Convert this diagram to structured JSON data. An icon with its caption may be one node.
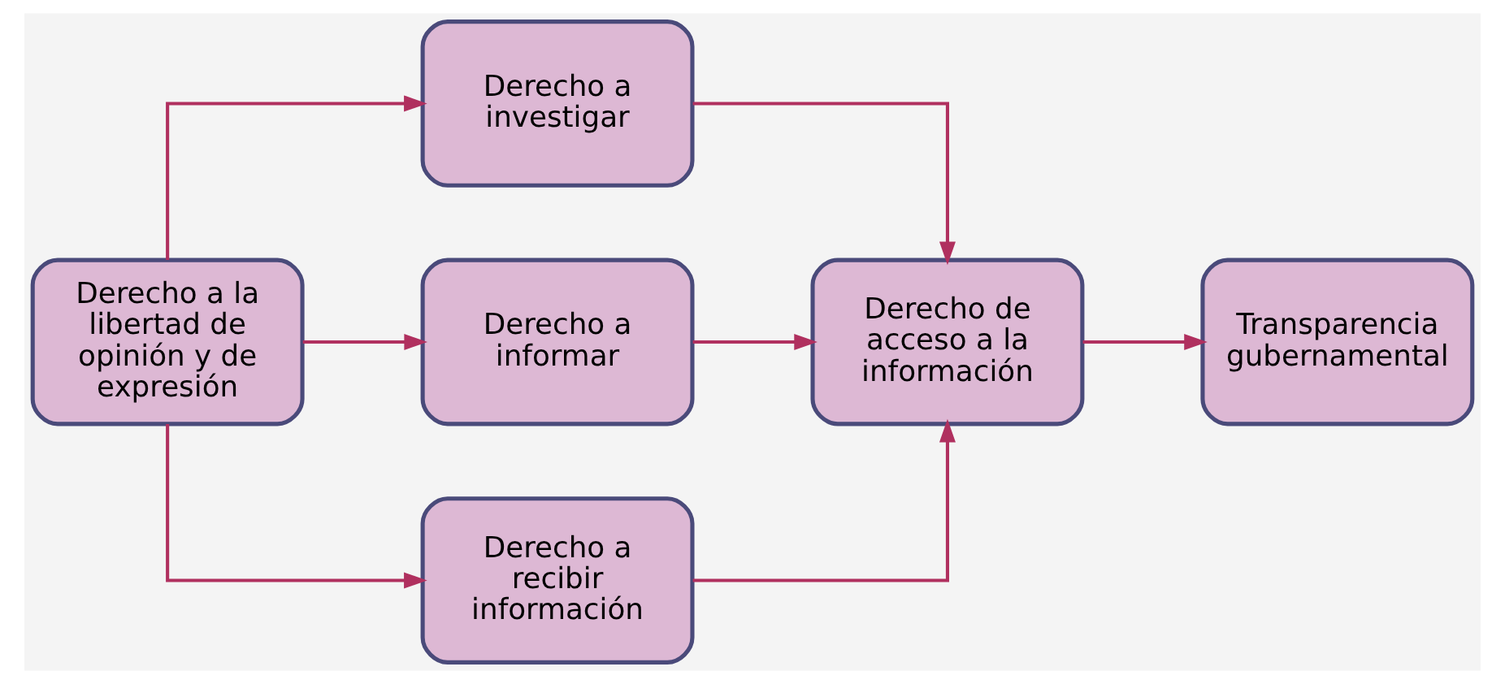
{
  "diagram": {
    "nodes": [
      {
        "text": [
          "Derecho a la libertad de opinión y de expresión"
        ]
      },
      {
        "text": [
          "Derecho a investigar"
        ]
      },
      {
        "text": [
          "Derecho a informar"
        ]
      },
      {
        "text": [
          "Derecho a recibir información"
        ]
      },
      {
        "text": [
          "Derecho de acceso a la información"
        ]
      },
      {
        "text": [
          "Transparencia gubernamental"
        ]
      }
    ],
    "edges": [
      {
        "from": 0,
        "to": 1,
        "arrow": "to"
      },
      {
        "from": 0,
        "to": 2,
        "arrow": "to"
      },
      {
        "from": 0,
        "to": 3,
        "arrow": "to"
      },
      {
        "from": 1,
        "to": 4,
        "arrow": "to"
      },
      {
        "from": 2,
        "to": 4,
        "arrow": "to"
      },
      {
        "from": 3,
        "to": 4,
        "arrow": "to"
      },
      {
        "from": 4,
        "to": 5,
        "arrow": "to"
      }
    ]
  }
}
